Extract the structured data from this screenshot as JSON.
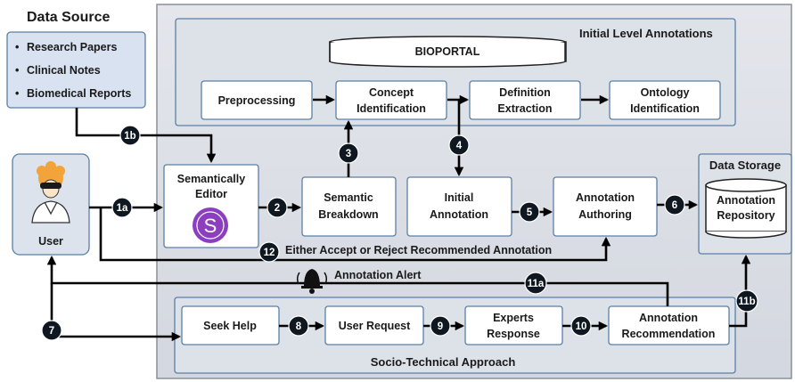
{
  "data_source": {
    "title": "Data Source",
    "items": [
      "Research Papers",
      "Clinical Notes",
      "Biomedical Reports"
    ]
  },
  "user": {
    "label": "User"
  },
  "initial_level": {
    "title": "Initial Level Annotations",
    "bioportal": "BIOPORTAL",
    "steps": {
      "preprocessing": "Preprocessing",
      "concept_1": "Concept",
      "concept_2": "Identification",
      "definition_1": "Definition",
      "definition_2": "Extraction",
      "ontology_1": "Ontology",
      "ontology_2": "Identification"
    }
  },
  "workflow": {
    "editor_1": "Semantically",
    "editor_2": "Editor",
    "editor_logo": "S",
    "breakdown_1": "Semantic",
    "breakdown_2": "Breakdown",
    "initial_1": "Initial",
    "initial_2": "Annotation",
    "authoring_1": "Annotation",
    "authoring_2": "Authoring"
  },
  "data_storage": {
    "title": "Data Storage",
    "repo_1": "Annotation",
    "repo_2": "Repository"
  },
  "feedback": {
    "accept_reject": "Either Accept or Reject Recommended Annotation",
    "alert": "Annotation Alert"
  },
  "socio_technical": {
    "title": "Socio-Technical Approach",
    "seek_help": "Seek Help",
    "user_request": "User Request",
    "experts_1": "Experts",
    "experts_2": "Response",
    "recommendation_1": "Annotation",
    "recommendation_2": "Recommendation"
  },
  "badges": {
    "b1a": "1a",
    "b1b": "1b",
    "b2": "2",
    "b3": "3",
    "b4": "4",
    "b5": "5",
    "b6": "6",
    "b7": "7",
    "b8": "8",
    "b9": "9",
    "b10": "10",
    "b11a": "11a",
    "b11b": "11b",
    "b12": "12"
  },
  "colors": {
    "panel_fill": "#dcdfe6",
    "panel_border": "#8a9099",
    "box_border": "#5b7fa6",
    "source_fill": "#d9e2f0",
    "badge": "#0f1820",
    "logo": "#8b3fbf",
    "avatar_hair": "#f2a33a"
  }
}
